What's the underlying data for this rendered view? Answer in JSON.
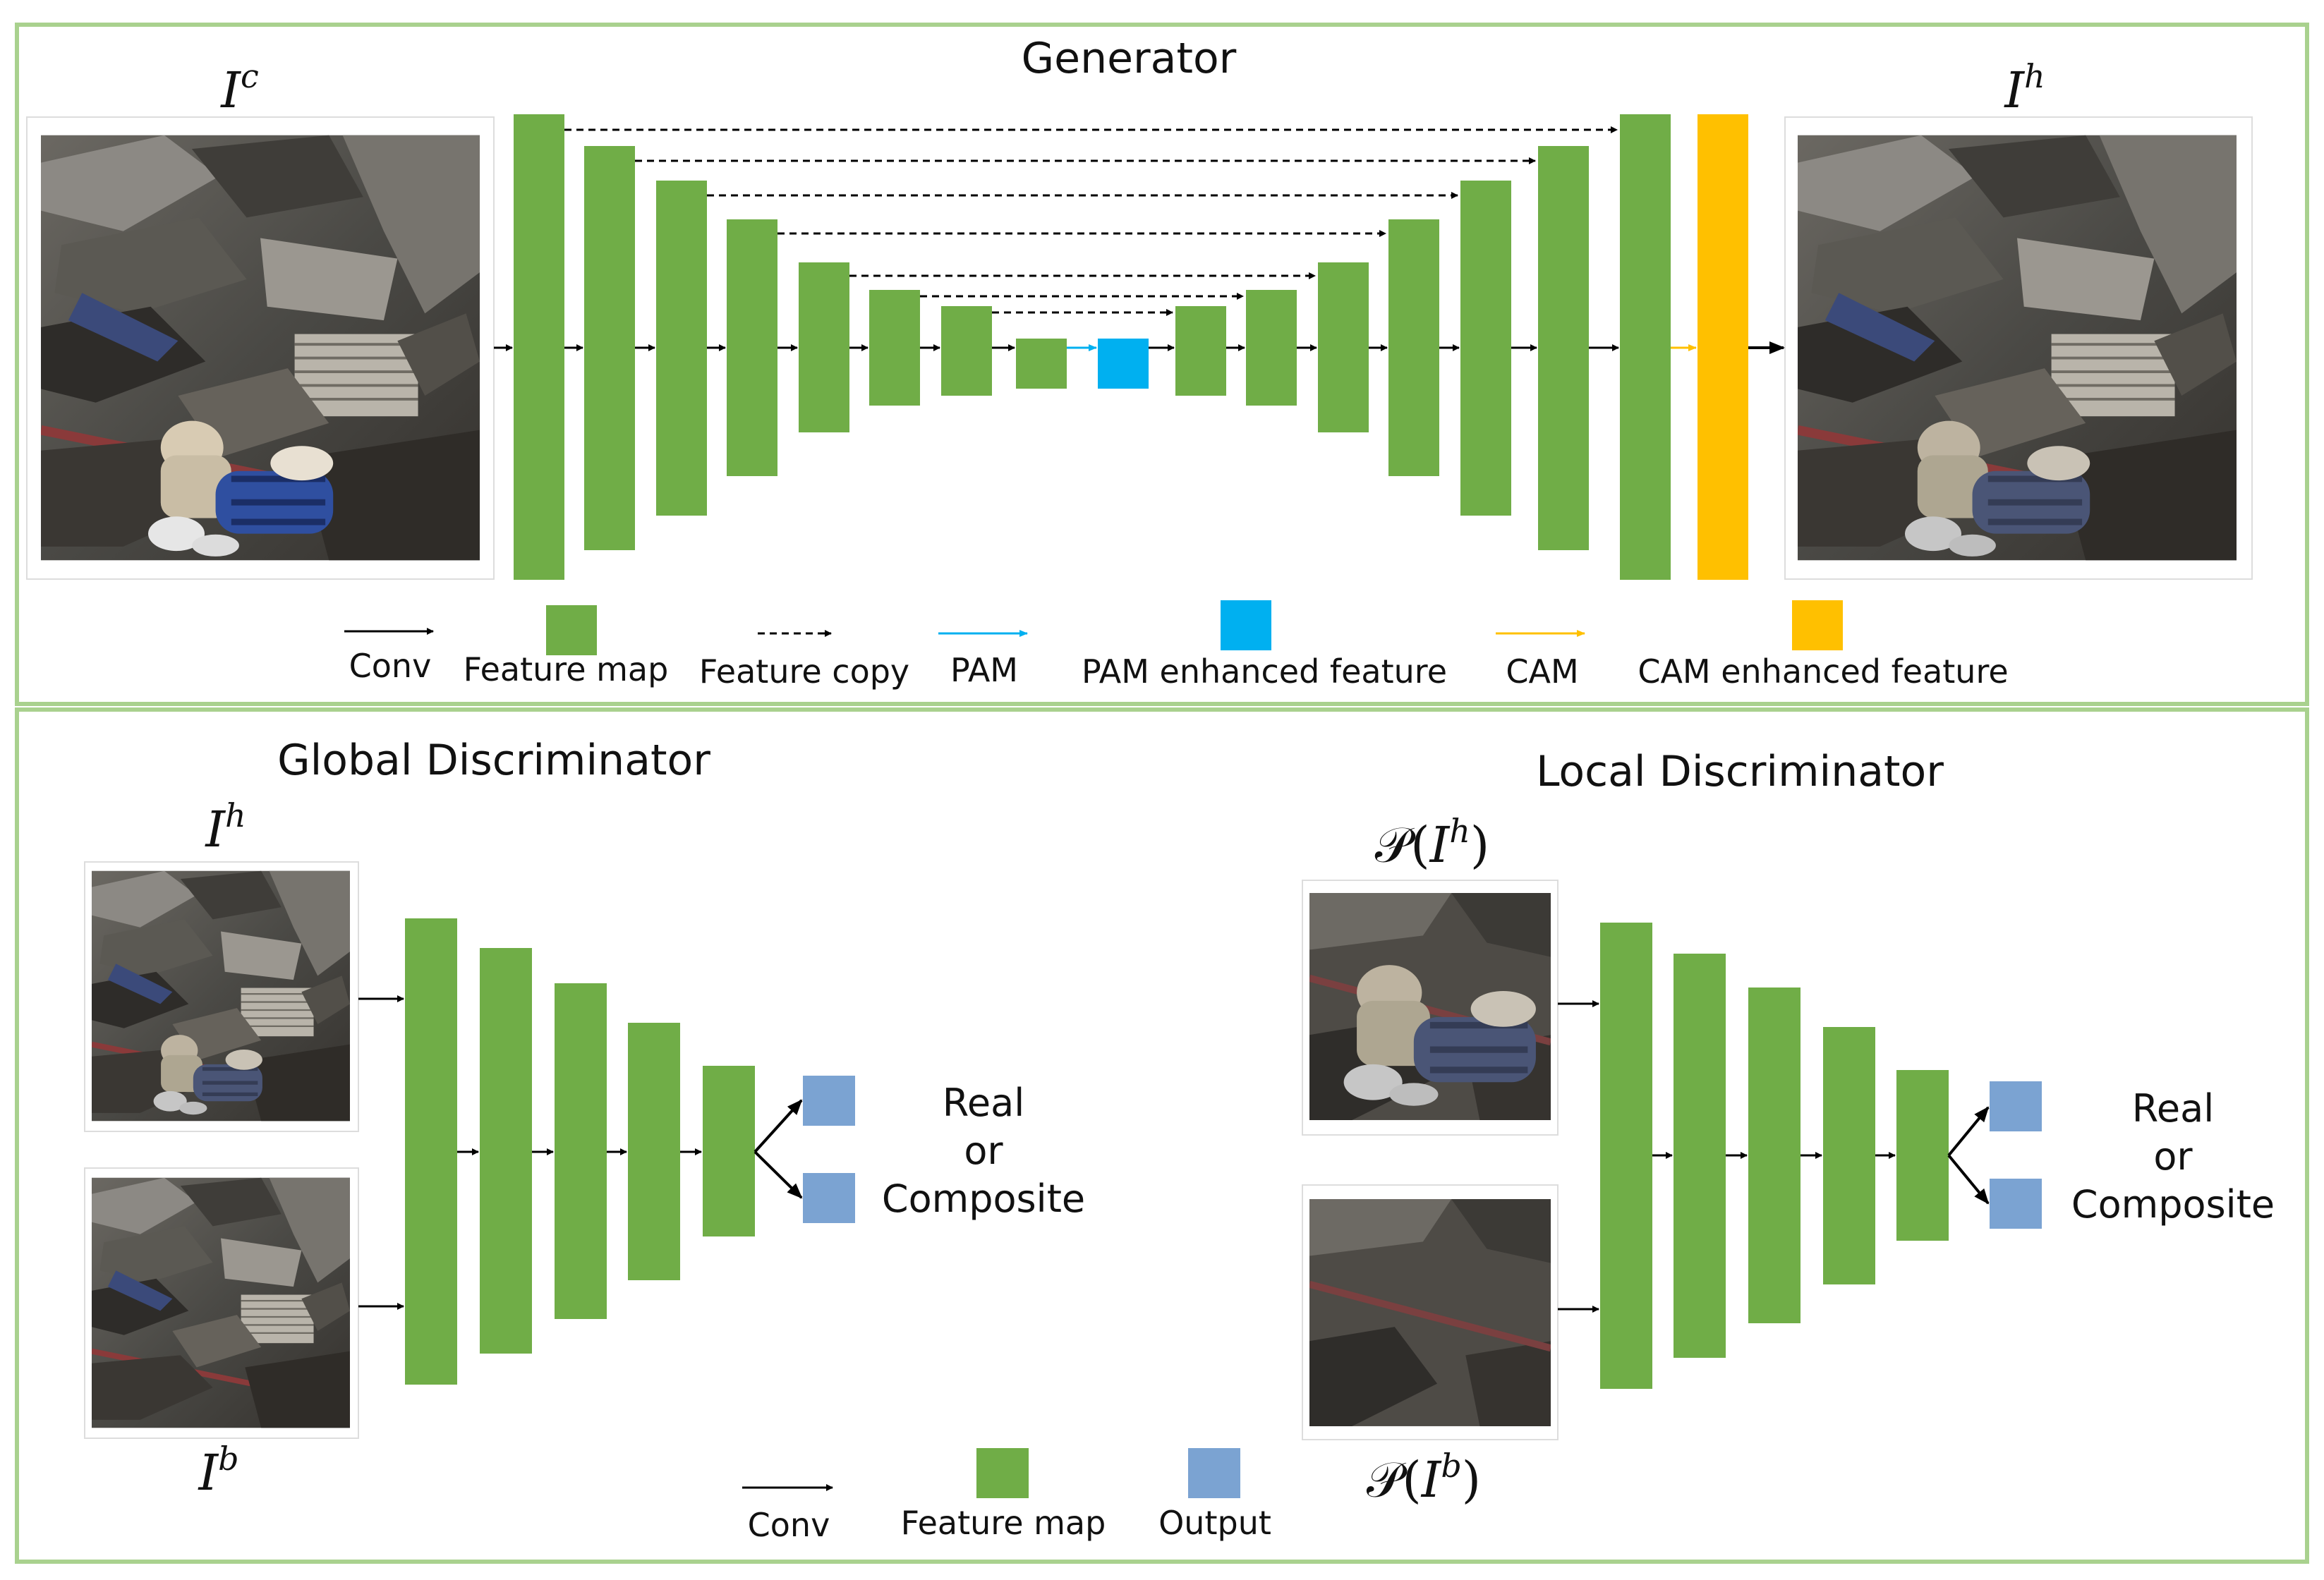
{
  "generator": {
    "title": "Generator",
    "input_label": {
      "base": "I",
      "sup": "c"
    },
    "output_label": {
      "base": "I",
      "sup": "h"
    },
    "legend": {
      "conv": "Conv",
      "feature_map": "Feature map",
      "feature_copy": "Feature copy",
      "pam": "PAM",
      "pam_feature": "PAM enhanced feature",
      "cam": "CAM",
      "cam_feature": "CAM enhanced feature"
    }
  },
  "global_discriminator": {
    "title": "Global Discriminator",
    "input_top_label": {
      "base": "I",
      "sup": "h"
    },
    "input_bottom_label": {
      "base": "I",
      "sup": "b"
    },
    "output_text": [
      "Real",
      "or",
      "Composite"
    ]
  },
  "local_discriminator": {
    "title": "Local Discriminator",
    "input_top_label": {
      "func": "𝒫",
      "base": "I",
      "sup": "h"
    },
    "input_bottom_label": {
      "func": "𝒫",
      "base": "I",
      "sup": "b"
    },
    "output_text": [
      "Real",
      "or",
      "Composite"
    ]
  },
  "bottom_legend": {
    "conv": "Conv",
    "feature_map": "Feature map",
    "output": "Output"
  },
  "colors": {
    "frame": "#a9d18e",
    "feature_map": "#70ad47",
    "pam": "#00b0f0",
    "cam": "#ffc000",
    "output": "#7ba3d2",
    "arrow": "#000000"
  }
}
